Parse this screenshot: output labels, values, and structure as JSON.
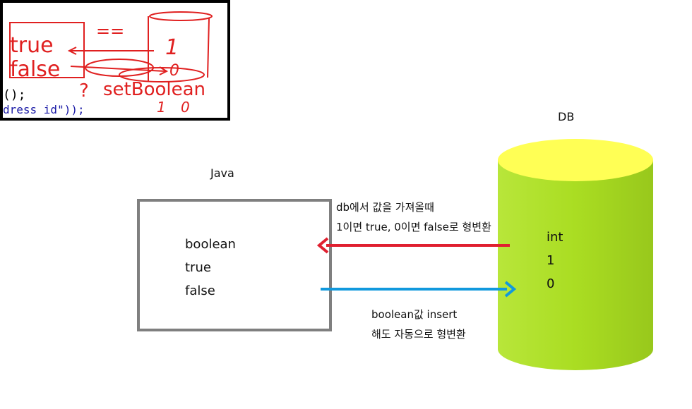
{
  "inset": {
    "code_line1": "();",
    "code_line2_text": "dress id\"));",
    "hand_true": "true",
    "hand_false": "false",
    "hand_eq": "==",
    "hand_one": "1",
    "hand_zero": "0",
    "hand_question": "?",
    "hand_setboolean": "setBoolean",
    "hand_bottom_one": "1",
    "hand_bottom_zero": "0",
    "colors": {
      "ink": "#e02020",
      "code_blue": "#1a1aa6"
    }
  },
  "java": {
    "title": "Java",
    "lines": [
      "boolean",
      "true",
      "false"
    ]
  },
  "db": {
    "title": "DB",
    "lines": [
      "int",
      "1",
      "0"
    ],
    "colors": {
      "top": "#ffff55",
      "body": "#aadd22"
    }
  },
  "annotations": {
    "read": [
      "db에서 값을 가져올때",
      "1이면 true, 0이면 false로 형변환"
    ],
    "write": [
      "boolean값 insert",
      "해도 자동으로 형변환"
    ]
  },
  "arrows": {
    "read_color": "#e02030",
    "write_color": "#1199dd"
  }
}
